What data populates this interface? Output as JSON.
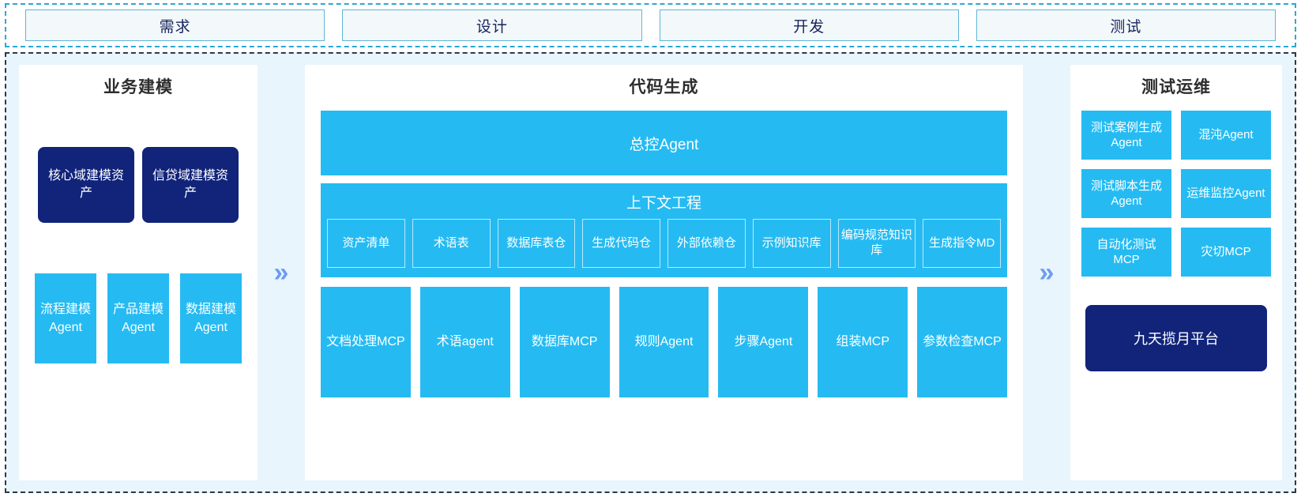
{
  "stages": {
    "items": [
      {
        "label": "需求"
      },
      {
        "label": "设计"
      },
      {
        "label": "开发"
      },
      {
        "label": "测试"
      }
    ]
  },
  "colors": {
    "cyan": "#25bbf2",
    "navy": "#11247a",
    "panel_bg": "#e8f5fd",
    "card_bg": "#ffffff",
    "chevron": "#6f9cf0",
    "stage_border": "#5fb6d6",
    "stage_fill": "#f3f8fa",
    "stage_text": "#16245c",
    "title_text": "#2d2d2d"
  },
  "connectors": {
    "left_to_center": "»",
    "center_to_right": "»"
  },
  "panels": {
    "business_modeling": {
      "title": "业务建模",
      "assets": [
        {
          "label": "核心域建模资产"
        },
        {
          "label": "信贷域建模资产"
        }
      ],
      "agents": [
        {
          "label": "流程建模Agent"
        },
        {
          "label": "产品建模Agent"
        },
        {
          "label": "数据建模Agent"
        }
      ]
    },
    "code_generation": {
      "title": "代码生成",
      "master_agent": "总控Agent",
      "context_engineering": {
        "title": "上下文工程",
        "items": [
          {
            "label": "资产清单"
          },
          {
            "label": "术语表"
          },
          {
            "label": "数据库表仓"
          },
          {
            "label": "生成代码仓"
          },
          {
            "label": "外部依赖仓"
          },
          {
            "label": "示例知识库"
          },
          {
            "label": "编码规范知识库"
          },
          {
            "label": "生成指令MD"
          }
        ]
      },
      "tools": [
        {
          "label": "文档处理MCP"
        },
        {
          "label": "术语agent"
        },
        {
          "label": "数据库MCP"
        },
        {
          "label": "规则Agent"
        },
        {
          "label": "步骤Agent"
        },
        {
          "label": "组装MCP"
        },
        {
          "label": "参数检查MCP"
        }
      ]
    },
    "test_ops": {
      "title": "测试运维",
      "cards": [
        {
          "label": "测试案例生成Agent"
        },
        {
          "label": "混沌Agent"
        },
        {
          "label": "测试脚本生成Agent"
        },
        {
          "label": "运维监控Agent"
        },
        {
          "label": "自动化测试MCP"
        },
        {
          "label": "灾切MCP"
        }
      ],
      "platform": "九天揽月平台"
    }
  }
}
